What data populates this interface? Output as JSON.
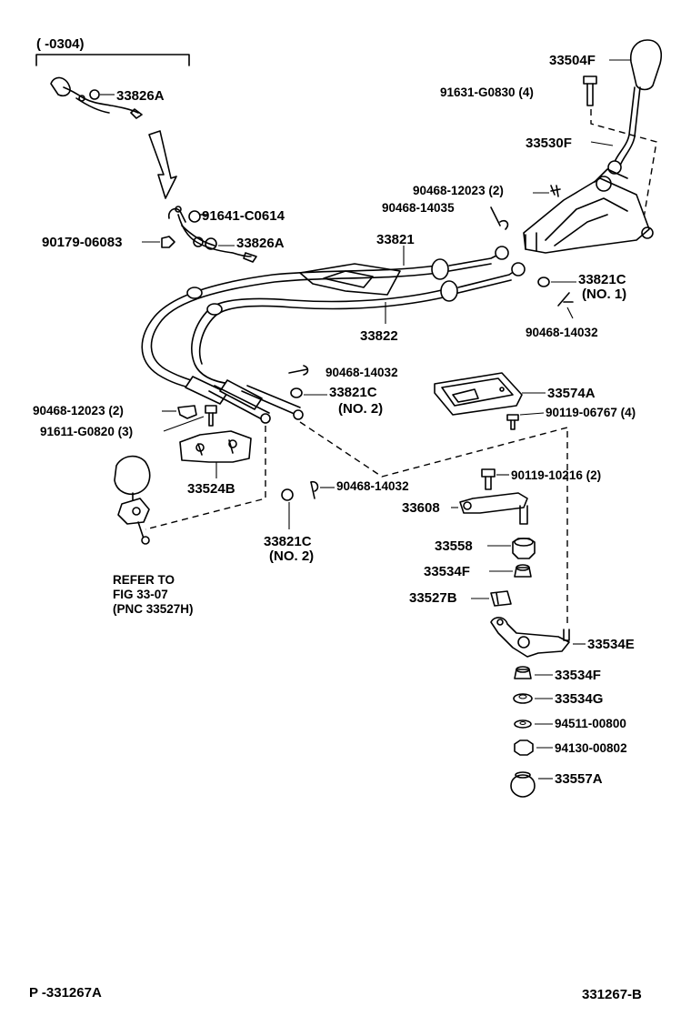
{
  "diagram": {
    "range_note": "(    -0304)",
    "footer_left": "P -331267A",
    "footer_right": "331267-B",
    "refer_note": [
      "REFER TO",
      "FIG 33-07",
      "(PNC 33527H)"
    ],
    "labels": {
      "p33826a_top": "33826A",
      "p33504f": "33504F",
      "p91631": "91631-G0830 (4)",
      "p33530f": "33530F",
      "p90468_12023_top": "90468-12023 (2)",
      "p90468_14035": "90468-14035",
      "p91641": "91641-C0614",
      "p90179": "90179-06083",
      "p33826a_low": "33826A",
      "p33821": "33821",
      "p33821c_no1": "33821C",
      "p33821c_no1_sub": "(NO. 1)",
      "p90468_14032_right": "90468-14032",
      "p33822": "33822",
      "p90468_14032_mid": "90468-14032",
      "p33821c_no2_mid": "33821C",
      "p33821c_no2_mid_sub": "(NO. 2)",
      "p33574a": "33574A",
      "p90468_12023_left": "90468-12023 (2)",
      "p91611": "91611-G0820 (3)",
      "p90119_06767": "90119-06767 (4)",
      "p33524b": "33524B",
      "p90119_10216": "90119-10216 (2)",
      "p90468_14032_low": "90468-14032",
      "p33608": "33608",
      "p33821c_no2_low": "33821C",
      "p33821c_no2_low_sub": "(NO. 2)",
      "p33558": "33558",
      "p33534f_upper": "33534F",
      "p33527b": "33527B",
      "p33534e": "33534E",
      "p33534f_lower": "33534F",
      "p33534g": "33534G",
      "p94511": "94511-00800",
      "p94130": "94130-00802",
      "p33557a": "33557A"
    }
  }
}
